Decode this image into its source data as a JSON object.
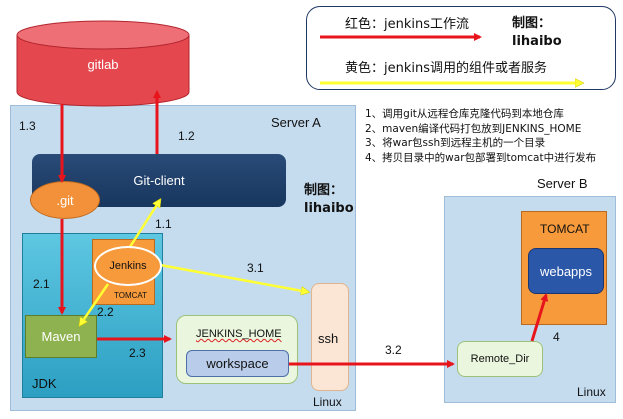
{
  "legend": {
    "red_text": "红色：jenkins工作流",
    "yellow_text": "黄色：jenkins调用的组件或者服务",
    "credit": "制图：\nlihaibo"
  },
  "gitlab": {
    "label": "gitlab"
  },
  "server_a": {
    "label": "Server A",
    "git_client": "Git-client",
    "git": ".git",
    "jenkins": "Jenkins",
    "tomcat": "TOMCAT",
    "maven": "Maven",
    "jdk": "JDK",
    "jenkins_home": "JENKINS_HOME",
    "workspace": "workspace",
    "ssh": "ssh",
    "linux": "Linux",
    "credit": "制图：\nlihaibo"
  },
  "server_b": {
    "label": "Server B",
    "tomcat": "TOMCAT",
    "webapps": "webapps",
    "remote_dir": "Remote_Dir",
    "linux": "Linux"
  },
  "steps": [
    "1、调用git从远程仓库克隆代码到本地仓库",
    "2、maven编译代码打包放到JENKINS_HOME",
    "3、将war包ssh到远程主机的一个目录",
    "4、拷贝目录中的war包部署到tomcat中进行发布"
  ],
  "edge_labels": {
    "e13": "1.3",
    "e12": "1.2",
    "e11": "1.1",
    "e21": "2.1",
    "e22": "2.2",
    "e23": "2.3",
    "e31": "3.1",
    "e32": "3.2",
    "e4": "4"
  },
  "colors": {
    "workflow": "#e8141c",
    "service_call": "#ffff33",
    "gitlab_fill": "#e5474f",
    "server_a_fill": "#c5dcef",
    "git_client_fill": "#17375e",
    "git_fill": "#f3913a",
    "jdk_fill": "#35b0d1",
    "tomcat_fill": "#f69a3c",
    "maven_fill": "#8fb250",
    "jenkins_home_fill": "#eaf6de",
    "workspace_fill": "#b9cdea",
    "ssh_fill": "#fbe5d4"
  }
}
